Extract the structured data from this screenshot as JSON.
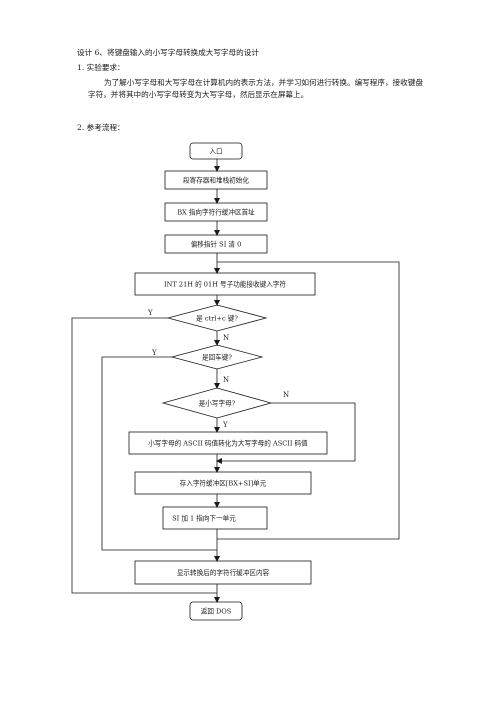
{
  "doc": {
    "title": "设计 6、将键盘输入的小写字母转换成大写字母的设计",
    "section1": "1.   实验要求：",
    "paragraph": "为了解小写字母和大写字母在计算机内的表示方法，并学习如何进行转换。编写程序，接收键盘字符，并将其中的小写字母转变为大写字母，然后显示在屏幕上。",
    "section2": "2.   参考流程："
  },
  "flow": {
    "start": "入口",
    "init": "段寄存器和堆栈初始化",
    "bx": "BX 指向字符行缓冲区首址",
    "si": "偏移指针 SI 清 0",
    "int21": "INT 21H 的 01H 号子功能接收键入字符",
    "d_ctrl": "是 ctrl+c 键?",
    "d_enter": "是回车键?",
    "d_lower": "是小写字母?",
    "convert": "小写字母的 ASCII 码值转化为大写字母的 ASCII 码值",
    "store": "存入字符缓冲区[BX+SI]单元",
    "inc": "SI 加 1 指向下一单元",
    "display": "显示转换后的字符行缓冲区内容",
    "end": "返回 DOS",
    "yes": "Y",
    "no": "N"
  }
}
